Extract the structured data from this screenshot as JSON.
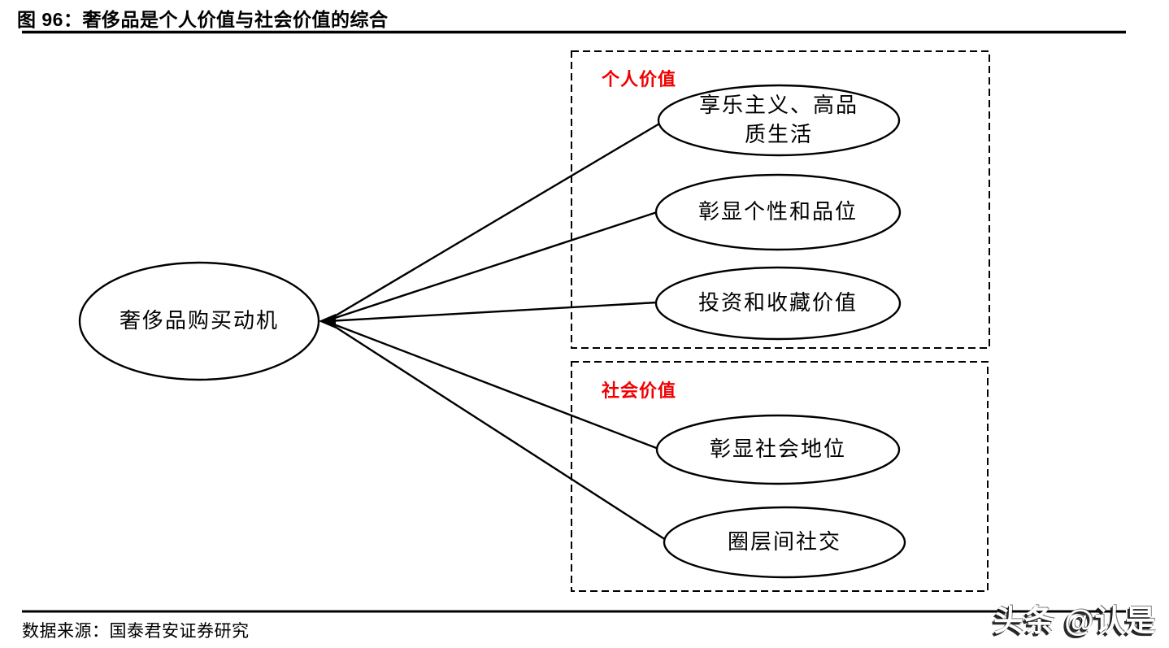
{
  "header": {
    "title": "图 96：奢侈品是个人价值与社会价值的综合"
  },
  "diagram": {
    "center_node": {
      "label": "奢侈品购买动机"
    },
    "personal": {
      "label": "个人价值",
      "items": [
        {
          "lines": [
            "享乐主义、高品",
            "质生活"
          ]
        },
        {
          "label": "彰显个性和品位"
        },
        {
          "label": "投资和收藏价值"
        }
      ]
    },
    "social": {
      "label": "社会价值",
      "items": [
        {
          "label": "彰显社会地位"
        },
        {
          "label": "圈层间社交"
        }
      ]
    }
  },
  "footer": {
    "source": "数据来源：国泰君安证券研究",
    "watermark": "头条 @认是"
  },
  "colors": {
    "accent-red": "#f00000",
    "stroke-black": "#000000"
  }
}
